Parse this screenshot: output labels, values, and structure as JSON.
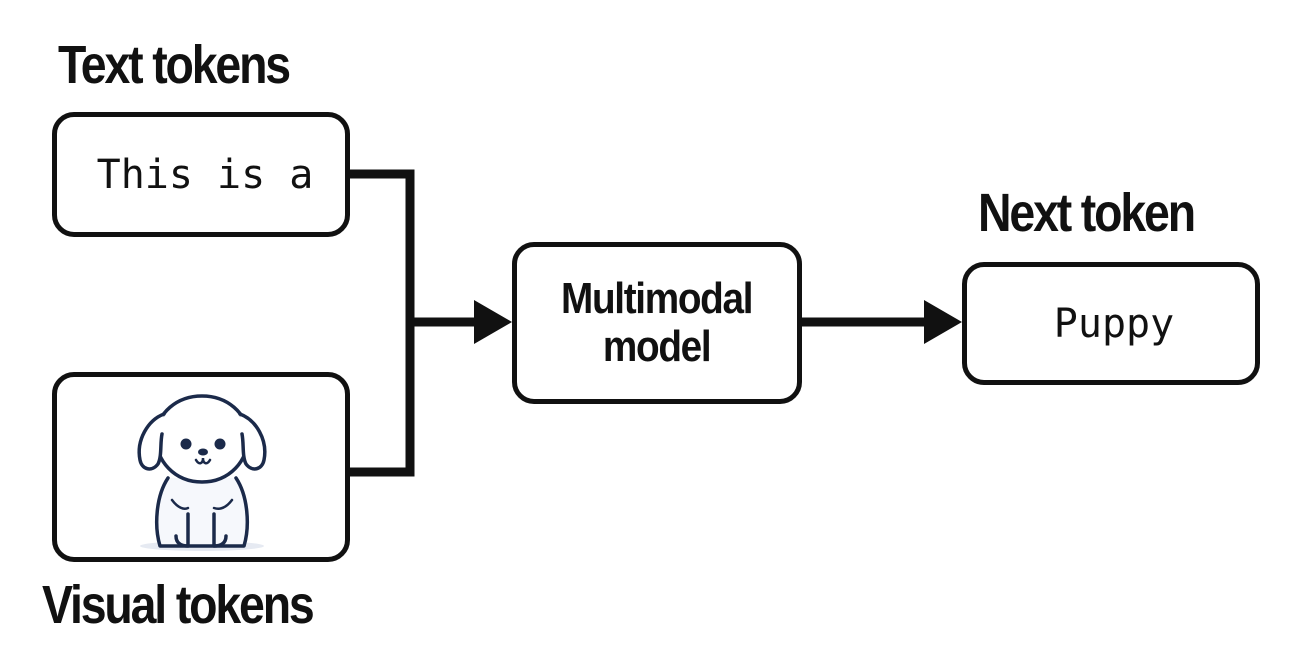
{
  "headings": {
    "text_tokens": "Text tokens",
    "visual_tokens": "Visual tokens",
    "next_token": "Next token"
  },
  "boxes": {
    "text_input": "This is a",
    "visual_input_icon": "puppy-illustration",
    "model_line1": "Multimodal",
    "model_line2": "model",
    "output": "Puppy"
  },
  "colors": {
    "stroke": "#111111",
    "background": "#ffffff",
    "puppy_outline": "#1b2a4a"
  }
}
